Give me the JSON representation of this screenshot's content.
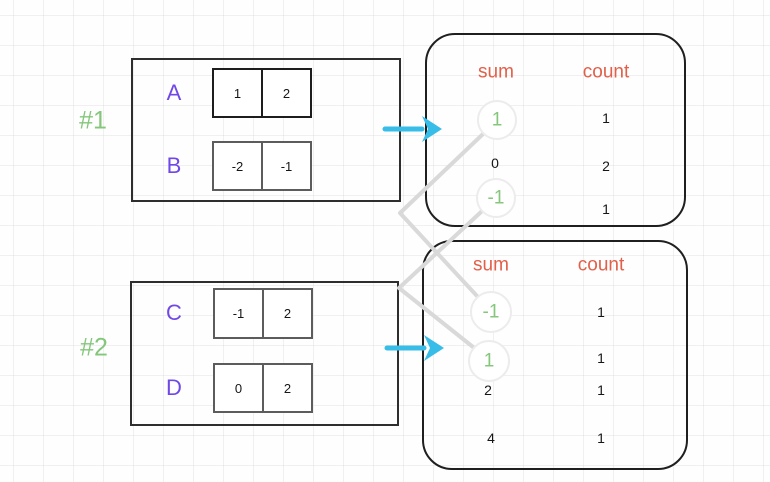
{
  "groups": [
    {
      "label": "#1",
      "rows": [
        {
          "name": "A",
          "cells": [
            "1",
            "2"
          ]
        },
        {
          "name": "B",
          "cells": [
            "-2",
            "-1"
          ]
        }
      ]
    },
    {
      "label": "#2",
      "rows": [
        {
          "name": "C",
          "cells": [
            "-1",
            "2"
          ]
        },
        {
          "name": "D",
          "cells": [
            "0",
            "2"
          ]
        }
      ]
    }
  ],
  "results": [
    {
      "headers": [
        "sum",
        "count"
      ],
      "rows": [
        {
          "sum": "1",
          "count": "1",
          "highlighted": true
        },
        {
          "sum": "0",
          "count": "2",
          "highlighted": false
        },
        {
          "sum": "-1",
          "count": "1",
          "highlighted": true
        }
      ]
    },
    {
      "headers": [
        "sum",
        "count"
      ],
      "rows": [
        {
          "sum": "-1",
          "count": "1",
          "highlighted": true
        },
        {
          "sum": "1",
          "count": "1",
          "highlighted": true
        },
        {
          "sum": "2",
          "count": "1",
          "highlighted": false
        },
        {
          "sum": "4",
          "count": "1",
          "highlighted": false
        }
      ]
    }
  ],
  "colors": {
    "green": "#84c77b",
    "purple": "#7048e8",
    "orange": "#e2604a",
    "cyan": "#38bde8",
    "connector": "#d9d9d9"
  }
}
